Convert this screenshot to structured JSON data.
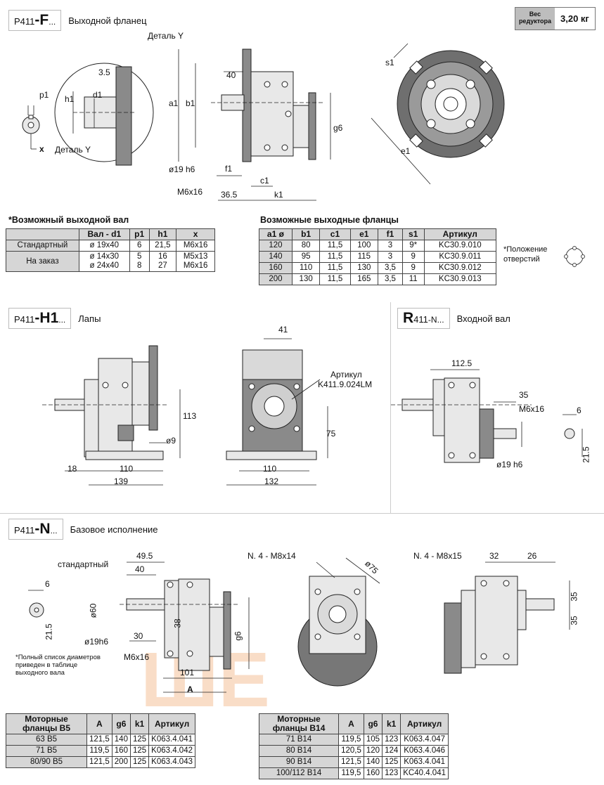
{
  "section_f": {
    "prefix": "P411",
    "big": "-F",
    "suffix": "...",
    "title": "Выходной фланец"
  },
  "weight": {
    "label": "Вес редуктора",
    "value": "3,20 кг"
  },
  "detail_f": {
    "detail_y_top": "Деталь Y",
    "detail_y_bottom": "Деталь Y",
    "p1": "p1",
    "h1": "h1",
    "d1": "d1",
    "x": "x",
    "d35": "3.5",
    "d40": "40",
    "a1": "a1",
    "b1": "b1",
    "g6": "g6",
    "f1": "f1",
    "c1": "c1",
    "k1": "k1",
    "m6": "M6x16",
    "d365": "36.5",
    "d19": "ø19 h6",
    "s1": "s1",
    "e1": "e1"
  },
  "shaft_table": {
    "title": "*Возможный выходной вал",
    "headers": [
      "",
      "Вал - d1",
      "p1",
      "h1",
      "x"
    ],
    "rows": [
      {
        "name": "Стандартный",
        "d1": "ø 19x40",
        "p1": "6",
        "h1": "21,5",
        "x": "M6x16"
      },
      {
        "name": "На заказ",
        "d1": "ø 14x30",
        "d1b": "ø 24x40",
        "p1": "5",
        "p1b": "8",
        "h1": "16",
        "h1b": "27",
        "x": "M5x13",
        "xb": "M6x16"
      }
    ]
  },
  "flange_table": {
    "title": "Возможные выходные фланцы",
    "headers": [
      "a1 ø",
      "b1",
      "c1",
      "e1",
      "f1",
      "s1",
      "Артикул"
    ],
    "rows": [
      [
        "120",
        "80",
        "11,5",
        "100",
        "3",
        "9*",
        "KC30.9.010"
      ],
      [
        "140",
        "95",
        "11,5",
        "115",
        "3",
        "9",
        "KC30.9.011"
      ],
      [
        "160",
        "110",
        "11,5",
        "130",
        "3,5",
        "9",
        "KC30.9.012"
      ],
      [
        "200",
        "130",
        "11,5",
        "165",
        "3,5",
        "11",
        "KC30.9.013"
      ]
    ],
    "note": "*Положение отверстий"
  },
  "section_h": {
    "prefix": "P411",
    "big": "-H1",
    "suffix": "...",
    "title": "Лапы"
  },
  "detail_h": {
    "d113": "113",
    "d18": "18",
    "d110": "110",
    "d139": "139",
    "d9": "ø9",
    "d41": "41",
    "article_label": "Артикул",
    "article": "K411.9.024LM",
    "d75": "75",
    "d110b": "110",
    "d132": "132"
  },
  "section_r": {
    "prefix_big": "R",
    "prefix": "411",
    "suffix": "-N...",
    "title": "Входной вал"
  },
  "detail_r": {
    "d1125": "112.5",
    "d35": "35",
    "m6": "M6x16",
    "d19": "ø19 h6",
    "d6": "6",
    "d215": "21.5"
  },
  "section_n": {
    "prefix": "P411",
    "big": "-N",
    "suffix": "...",
    "title": "Базовое исполнение"
  },
  "detail_n": {
    "d6": "6",
    "d215": "21.5",
    "standard": "стандартный",
    "d495": "49.5",
    "d40": "40",
    "d60": "ø60",
    "d30": "30",
    "d19": "ø19h6",
    "m6": "M6x16",
    "d38": "38",
    "g6": "g6",
    "d101": "101",
    "A": "A",
    "n4_m8x14": "N. 4 - M8x14",
    "d75": "ø75",
    "n4_m8x15": "N. 4 - M8x15",
    "d32": "32",
    "d26": "26",
    "d35a": "35",
    "d35b": "35",
    "note": "*Полный список диаметров приведен в таблице выходного вала"
  },
  "b5_table": {
    "headers": [
      "Моторные фланцы B5",
      "A",
      "g6",
      "k1",
      "Артикул"
    ],
    "rows": [
      [
        "63 B5",
        "121,5",
        "140",
        "125",
        "K063.4.041"
      ],
      [
        "71 B5",
        "119,5",
        "160",
        "125",
        "K063.4.042"
      ],
      [
        "80/90 B5",
        "121,5",
        "200",
        "125",
        "K063.4.043"
      ]
    ]
  },
  "b14_table": {
    "headers": [
      "Моторные фланцы B14",
      "A",
      "g6",
      "k1",
      "Артикул"
    ],
    "rows": [
      [
        "71 B14",
        "119,5",
        "105",
        "123",
        "K063.4.047"
      ],
      [
        "80 B14",
        "120,5",
        "120",
        "124",
        "K063.4.046"
      ],
      [
        "90 B14",
        "121,5",
        "140",
        "125",
        "K063.4.041"
      ],
      [
        "100/112 B14",
        "119,5",
        "160",
        "123",
        "KC40.4.041"
      ]
    ]
  },
  "colors": {
    "header_gray": "#d6d6d6",
    "watermark": "#f0a060"
  }
}
